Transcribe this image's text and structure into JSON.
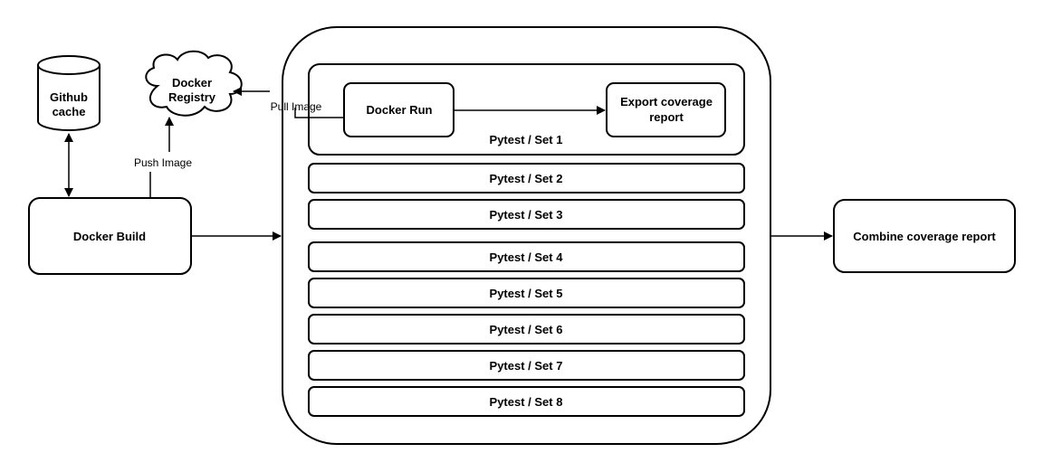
{
  "nodes": {
    "github_cache": {
      "line1": "Github",
      "line2": "cache"
    },
    "docker_registry": {
      "line1": "Docker",
      "line2": "Registry"
    },
    "docker_build": {
      "label": "Docker Build"
    },
    "docker_run": {
      "label": "Docker Run"
    },
    "export_coverage": {
      "line1": "Export coverage",
      "line2": "report"
    },
    "combine_coverage": {
      "label": "Combine coverage report"
    }
  },
  "edges": {
    "push_image": "Push Image",
    "pull_image": "Pull Image"
  },
  "pytest_sets": [
    "Pytest / Set 1",
    "Pytest / Set 2",
    "Pytest / Set 3",
    "Pytest / Set 4",
    "Pytest / Set 5",
    "Pytest / Set 6",
    "Pytest / Set 7",
    "Pytest / Set 8"
  ]
}
